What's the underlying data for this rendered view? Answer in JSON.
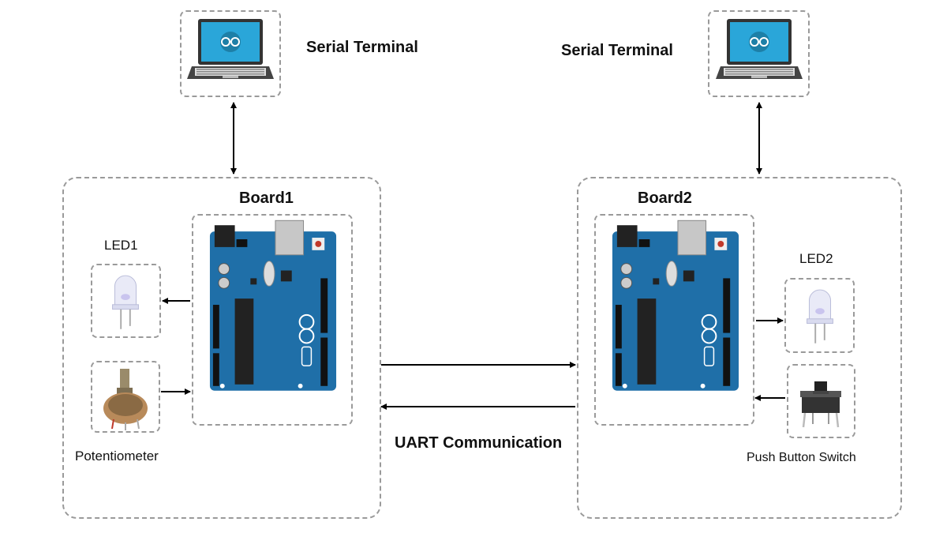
{
  "left": {
    "terminal_label": "Serial Terminal",
    "board_title": "Board1",
    "led_label": "LED1",
    "pot_label": "Potentiometer"
  },
  "right": {
    "terminal_label": "Serial Terminal",
    "board_title": "Board2",
    "led_label": "LED2",
    "switch_label": "Push Button Switch"
  },
  "link_label": "UART Communication",
  "colors": {
    "board": "#1f6fa8",
    "screen": "#2aa6d9",
    "dash": "#9a9a9a",
    "arrow": "#000000"
  },
  "icons": [
    "laptop-icon",
    "arduino-uno-icon",
    "led-icon",
    "potentiometer-icon",
    "push-button-icon"
  ]
}
